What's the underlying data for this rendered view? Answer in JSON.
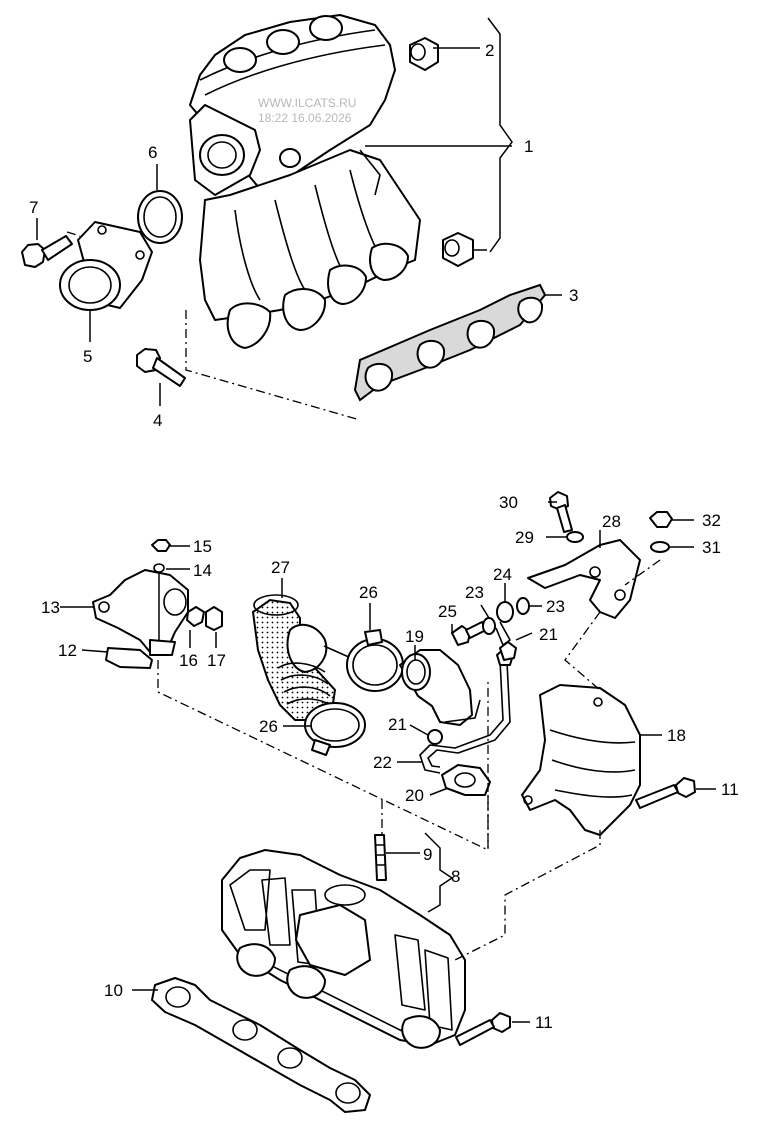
{
  "watermark": {
    "site": "WWW.ILCATS.RU",
    "timestamp": "18:22 16.06.2026"
  },
  "callouts": {
    "c1": "1",
    "c2": "2",
    "c3": "3",
    "c4": "4",
    "c5": "5",
    "c6": "6",
    "c7": "7",
    "c8": "8",
    "c9": "9",
    "c10": "10",
    "c11a": "11",
    "c11b": "11",
    "c12": "12",
    "c13": "13",
    "c14": "14",
    "c15": "15",
    "c16": "16",
    "c17": "17",
    "c18": "18",
    "c19": "19",
    "c20": "20",
    "c21a": "21",
    "c21b": "21",
    "c22": "22",
    "c23a": "23",
    "c23b": "23",
    "c24": "24",
    "c25": "25",
    "c26a": "26",
    "c26b": "26",
    "c27": "27",
    "c28": "28",
    "c29": "29",
    "c30": "30",
    "c31": "31",
    "c32": "32"
  }
}
